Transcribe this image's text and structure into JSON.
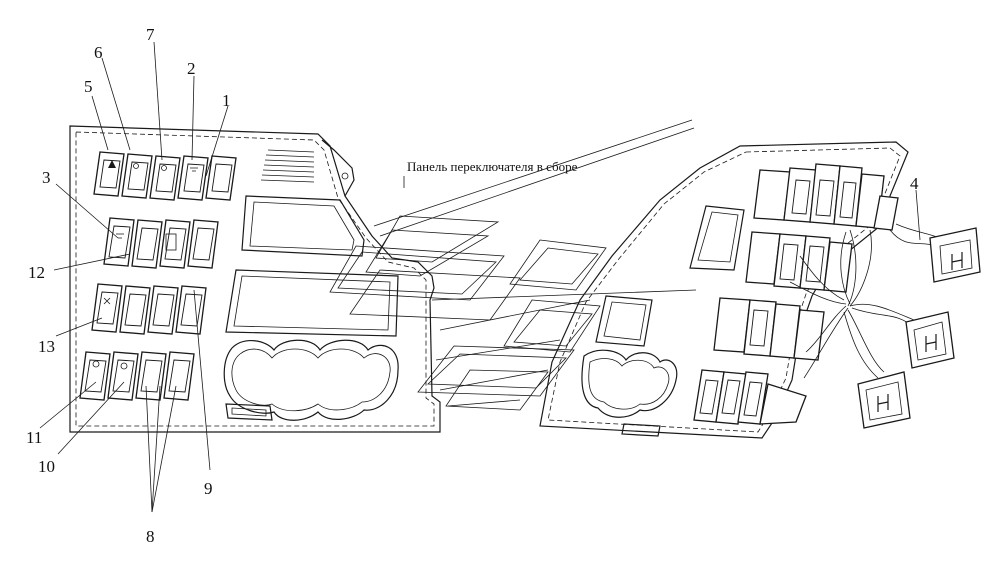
{
  "caption": "Панель переключателя в сборе",
  "callouts": [
    {
      "id": "c1",
      "text": "1"
    },
    {
      "id": "c2",
      "text": "2"
    },
    {
      "id": "c3",
      "text": "3"
    },
    {
      "id": "c4",
      "text": "4"
    },
    {
      "id": "c5",
      "text": "5"
    },
    {
      "id": "c6",
      "text": "6"
    },
    {
      "id": "c7",
      "text": "7"
    },
    {
      "id": "c8",
      "text": "8"
    },
    {
      "id": "c9",
      "text": "9"
    },
    {
      "id": "c10",
      "text": "10"
    },
    {
      "id": "c11",
      "text": "11"
    },
    {
      "id": "c12",
      "text": "12"
    },
    {
      "id": "c13",
      "text": "13"
    }
  ]
}
